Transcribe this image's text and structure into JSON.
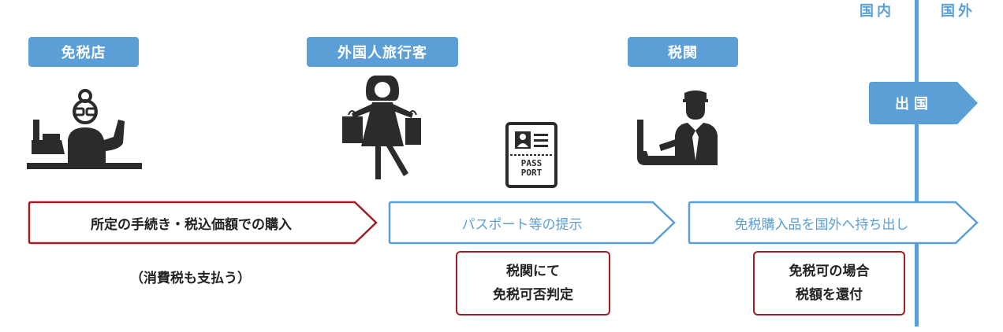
{
  "border": {
    "domestic": "国内",
    "abroad": "国外"
  },
  "tags": {
    "store": "免税店",
    "traveler": "外国人旅行客",
    "customs": "税関",
    "departure": "出国"
  },
  "passport_text": {
    "line1": "PASS",
    "line2": "PORT"
  },
  "steps": [
    {
      "label": "所定の手続き・税込価額での購入"
    },
    {
      "label": "パスポート等の提示"
    },
    {
      "label": "免税購入品を国外へ持ち出し"
    }
  ],
  "note": "（消費税も支払う）",
  "boxes": [
    {
      "line1": "税関にて",
      "line2": "免税可否判定"
    },
    {
      "line1": "免税可の場合",
      "line2": "税額を還付"
    }
  ],
  "colors": {
    "blue": "#5b9fd6",
    "red": "#9b1f24",
    "icon": "#2b2b2b"
  }
}
